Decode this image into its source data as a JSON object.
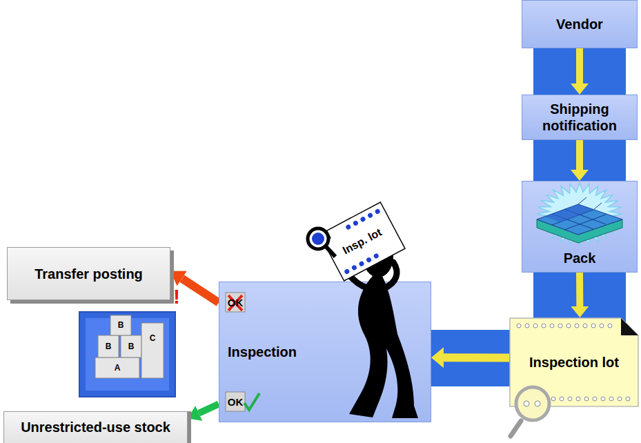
{
  "diagram": {
    "nodes": [
      {
        "text": [
          "Vendor"
        ]
      },
      {
        "text": [
          "Shipping notification"
        ]
      },
      {
        "text": [
          "Pack"
        ]
      },
      {
        "text": [
          "Inspection lot"
        ]
      },
      {
        "text": [
          "Inspection"
        ]
      },
      {
        "text": [
          "Transfer posting"
        ]
      },
      {
        "text": [
          "Unrestricted-use stock"
        ]
      }
    ],
    "edges": [
      {
        "from": 0,
        "to": 1,
        "arrow": "to"
      },
      {
        "from": 1,
        "to": 2,
        "arrow": "to"
      },
      {
        "from": 2,
        "to": 3,
        "arrow": "to"
      },
      {
        "from": 3,
        "to": 4,
        "arrow": "to"
      },
      {
        "from": 4,
        "to": 5,
        "arrow": "to"
      },
      {
        "from": 4,
        "to": 6,
        "arrow": "to"
      }
    ],
    "labels": [
      "Insp. lot",
      "OK",
      "OK",
      "!",
      "B",
      "B",
      "B",
      "C",
      "A"
    ]
  }
}
